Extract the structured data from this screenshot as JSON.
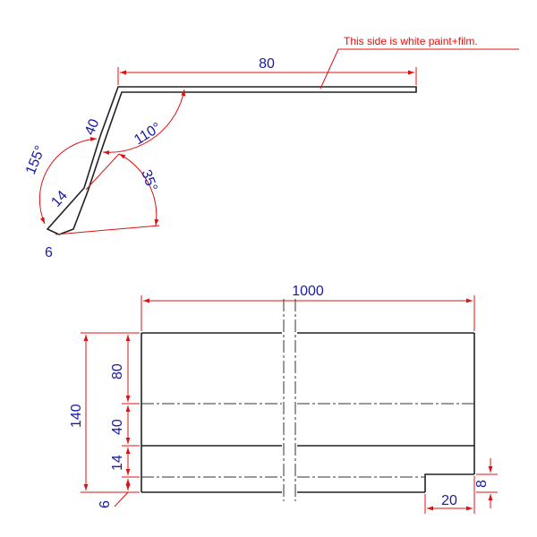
{
  "note": "This side is white paint+film.",
  "profile": {
    "dim_top": "80",
    "dim_40": "40",
    "dim_14": "14",
    "dim_6": "6",
    "angle_155": "155°",
    "angle_110": "110°",
    "angle_35": "35°"
  },
  "plan": {
    "length": "1000",
    "total_width": "140",
    "segments": [
      "80",
      "40",
      "14",
      "6"
    ],
    "notch_width": "20",
    "notch_height": "8"
  },
  "colors": {
    "dimension": "#e01010",
    "text": "#1a1aa8",
    "part": "#222222"
  }
}
